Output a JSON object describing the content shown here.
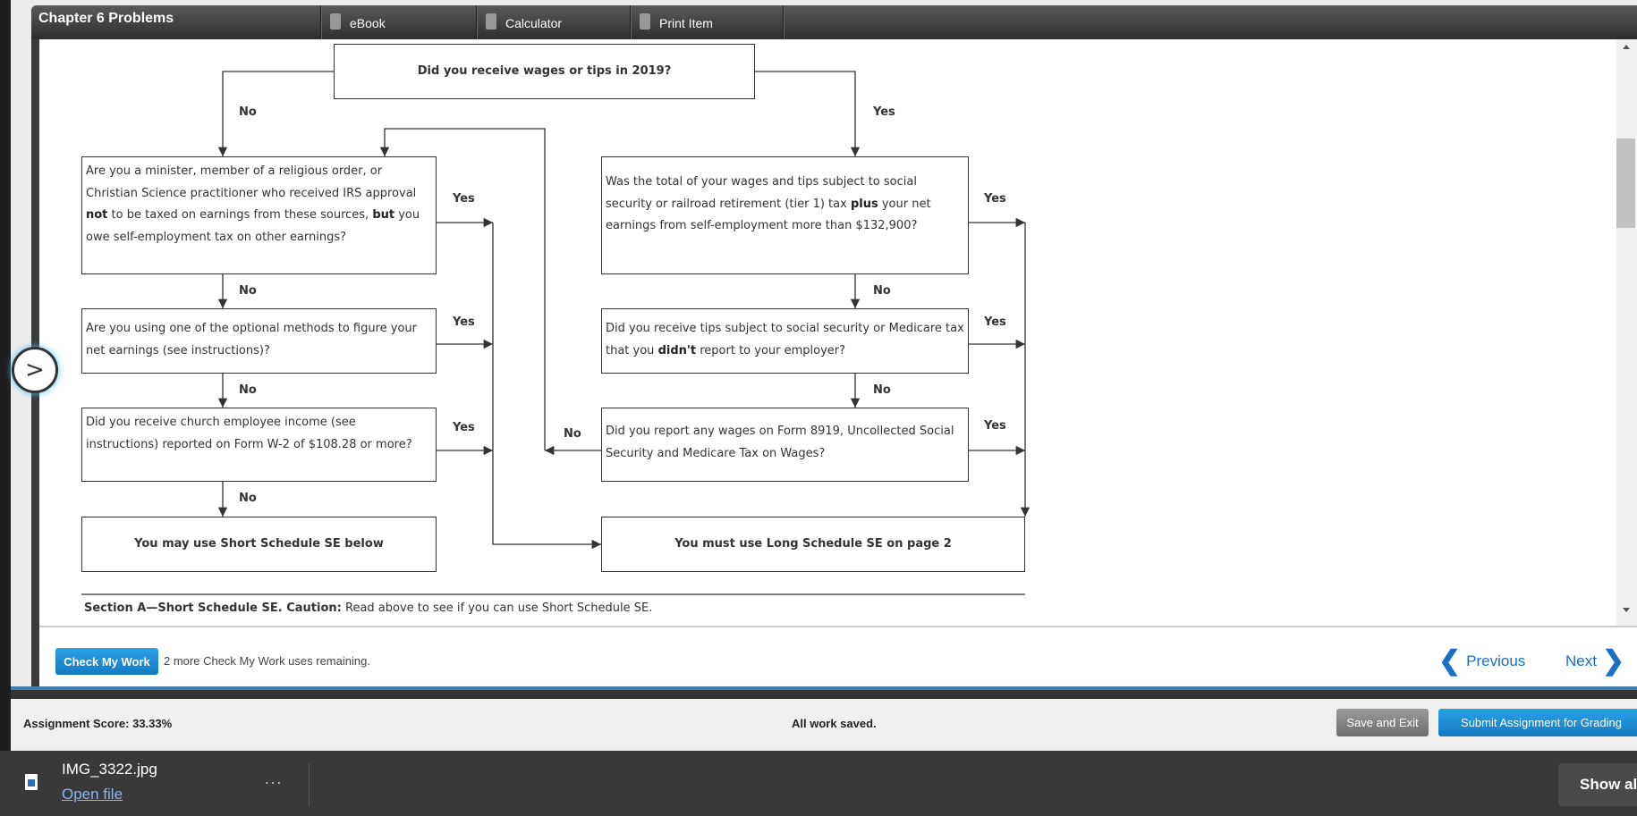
{
  "header": {
    "title": "Chapter 6 Problems",
    "tabs": [
      {
        "label": "eBook",
        "icon": "book-icon"
      },
      {
        "label": "Calculator",
        "icon": "calculator-icon"
      },
      {
        "label": "Print Item",
        "icon": "print-icon"
      }
    ]
  },
  "flow": {
    "top": "Did you receive wages or tips in 2019?",
    "left": [
      "Are you a minister, member of a religious order, or Christian Science practitioner who received IRS approval <b>not</b> to be taxed on earnings from these sources, <b>but</b> you owe self-employment tax on other earnings?",
      "Are you using one of the optional methods to figure your net earnings (see instructions)?",
      "Did you receive church employee income (see instructions) reported on Form W-2 of $108.28 or more?"
    ],
    "right": [
      "Was the total of your wages and tips subject to social security or railroad retirement (tier 1) tax <b>plus</b> your net earnings from self-employment more than $132,900?",
      "Did you receive tips subject to social security or Medicare tax that you <b>didn't</b> report to your employer?",
      "Did you report any wages on Form 8919, Uncollected Social Security and Medicare Tax on Wages?"
    ],
    "short": "You may use Short Schedule SE below",
    "long": "You must use Long Schedule SE on page 2",
    "yes": "Yes",
    "no": "No"
  },
  "section": {
    "heading": "Section A—Short Schedule SE. Caution:",
    "text": " Read above to see if you can use Short Schedule SE."
  },
  "footer": {
    "check_label": "Check My Work",
    "remaining": "2 more Check My Work uses remaining.",
    "previous": "Previous",
    "next": "Next"
  },
  "status": {
    "score": "Assignment Score: 33.33%",
    "saved": "All work saved.",
    "save_exit": "Save and Exit",
    "submit": "Submit Assignment for Grading"
  },
  "download": {
    "filename": "IMG_3322.jpg",
    "open": "Open file",
    "more": "...",
    "show_all": "Show all"
  },
  "colors": {
    "accent": "#1a8fd6",
    "link": "#1a6fc4"
  }
}
